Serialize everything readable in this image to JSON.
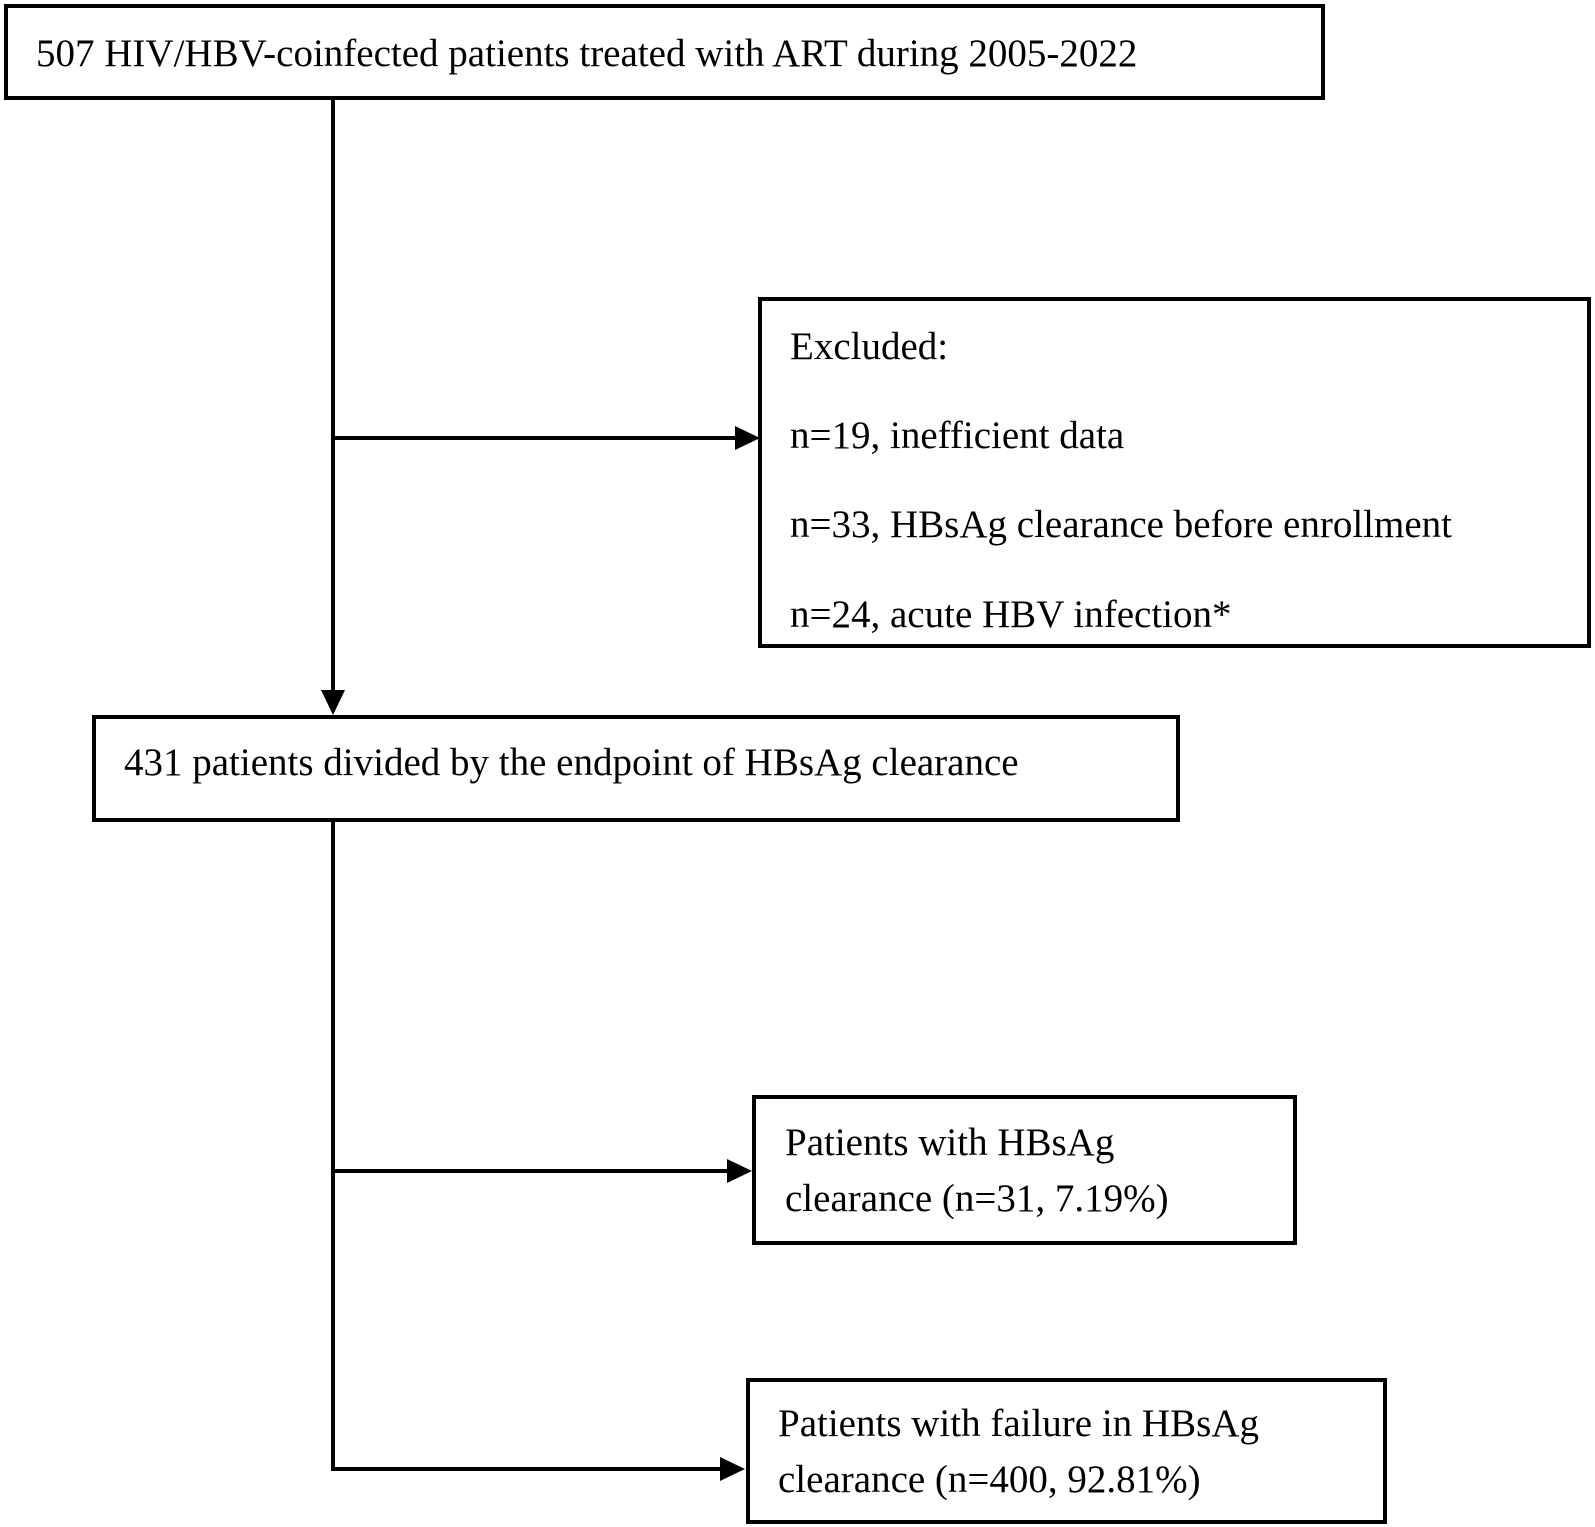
{
  "flowchart": {
    "top_box": {
      "text": "507 HIV/HBV-coinfected patients treated with ART during 2005-2022"
    },
    "excluded_box": {
      "heading": "Excluded:",
      "items": [
        "n=19, inefficient data",
        "n=33, HBsAg clearance before enrollment",
        "n=24, acute HBV infection*"
      ]
    },
    "middle_box": {
      "text": "431 patients divided by the endpoint of HBsAg clearance"
    },
    "clearance_box": {
      "line1": "Patients with HBsAg",
      "line2": "clearance (n=31, 7.19%)"
    },
    "failure_box": {
      "line1": "Patients with failure in HBsAg",
      "line2": "clearance (n=400, 92.81%)"
    }
  }
}
